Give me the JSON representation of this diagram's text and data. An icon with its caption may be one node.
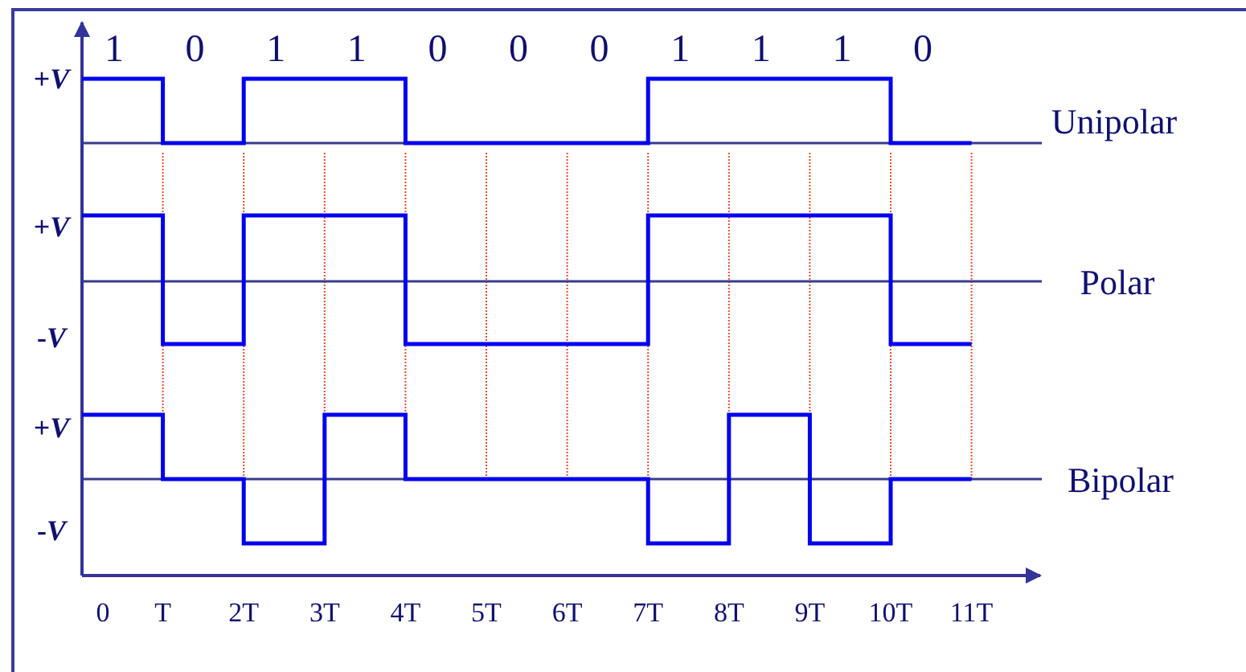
{
  "diagram": {
    "labels": [
      "1",
      "0",
      "1",
      "1",
      "0",
      "0",
      "0",
      "1",
      "1",
      "1",
      "0",
      "+*V*",
      "Unipolar",
      "+*V*",
      "Polar",
      "-*V*",
      "+*V*",
      "Bipolar",
      "-*V*",
      "0",
      "T",
      "2T",
      "3T",
      "4T",
      "5T",
      "6T",
      "7T",
      "8T",
      "9T",
      "10T",
      "11T"
    ]
  }
}
